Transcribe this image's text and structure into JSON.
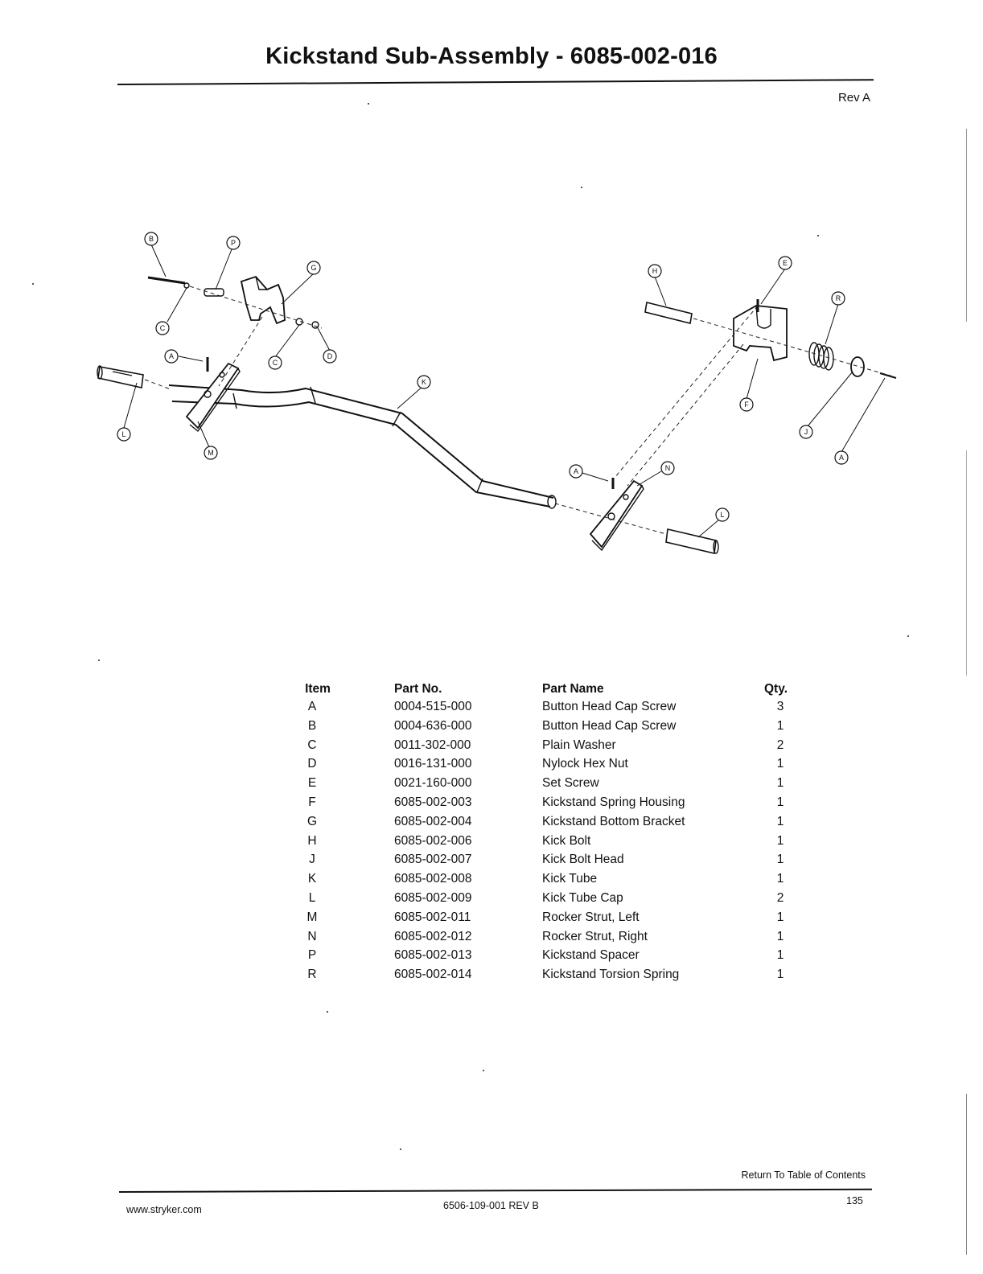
{
  "header": {
    "title": "Kickstand Sub-Assembly - 6085-002-016",
    "revision": "Rev A"
  },
  "diagram": {
    "callouts": {
      "a1": "A",
      "a2": "A",
      "a3": "A",
      "b": "B",
      "c1": "C",
      "c2": "C",
      "d": "D",
      "e": "E",
      "f": "F",
      "g": "G",
      "h": "H",
      "j": "J",
      "k": "K",
      "l1": "L",
      "l2": "L",
      "m": "M",
      "n": "N",
      "p": "P",
      "r": "R"
    }
  },
  "parts_table": {
    "headers": {
      "item": "Item",
      "part_no": "Part No.",
      "part_name": "Part Name",
      "qty": "Qty."
    },
    "rows": [
      {
        "item": "A",
        "part_no": "0004-515-000",
        "part_name": "Button Head Cap Screw",
        "qty": "3"
      },
      {
        "item": "B",
        "part_no": "0004-636-000",
        "part_name": "Button Head Cap Screw",
        "qty": "1"
      },
      {
        "item": "C",
        "part_no": "0011-302-000",
        "part_name": "Plain Washer",
        "qty": "2"
      },
      {
        "item": "D",
        "part_no": "0016-131-000",
        "part_name": "Nylock Hex Nut",
        "qty": "1"
      },
      {
        "item": "E",
        "part_no": "0021-160-000",
        "part_name": "Set Screw",
        "qty": "1"
      },
      {
        "item": "F",
        "part_no": "6085-002-003",
        "part_name": "Kickstand Spring Housing",
        "qty": "1"
      },
      {
        "item": "G",
        "part_no": "6085-002-004",
        "part_name": "Kickstand Bottom Bracket",
        "qty": "1"
      },
      {
        "item": "H",
        "part_no": "6085-002-006",
        "part_name": "Kick Bolt",
        "qty": "1"
      },
      {
        "item": "J",
        "part_no": "6085-002-007",
        "part_name": "Kick Bolt Head",
        "qty": "1"
      },
      {
        "item": "K",
        "part_no": "6085-002-008",
        "part_name": "Kick Tube",
        "qty": "1"
      },
      {
        "item": "L",
        "part_no": "6085-002-009",
        "part_name": "Kick Tube Cap",
        "qty": "2"
      },
      {
        "item": "M",
        "part_no": "6085-002-011",
        "part_name": "Rocker Strut, Left",
        "qty": "1"
      },
      {
        "item": "N",
        "part_no": "6085-002-012",
        "part_name": "Rocker Strut, Right",
        "qty": "1"
      },
      {
        "item": "P",
        "part_no": "6085-002-013",
        "part_name": "Kickstand Spacer",
        "qty": "1"
      },
      {
        "item": "R",
        "part_no": "6085-002-014",
        "part_name": "Kickstand Torsion Spring",
        "qty": "1"
      }
    ]
  },
  "footer": {
    "toc_link": "Return To Table of Contents",
    "website": "www.stryker.com",
    "doc_number": "6506-109-001 REV B",
    "page_number": "135"
  }
}
